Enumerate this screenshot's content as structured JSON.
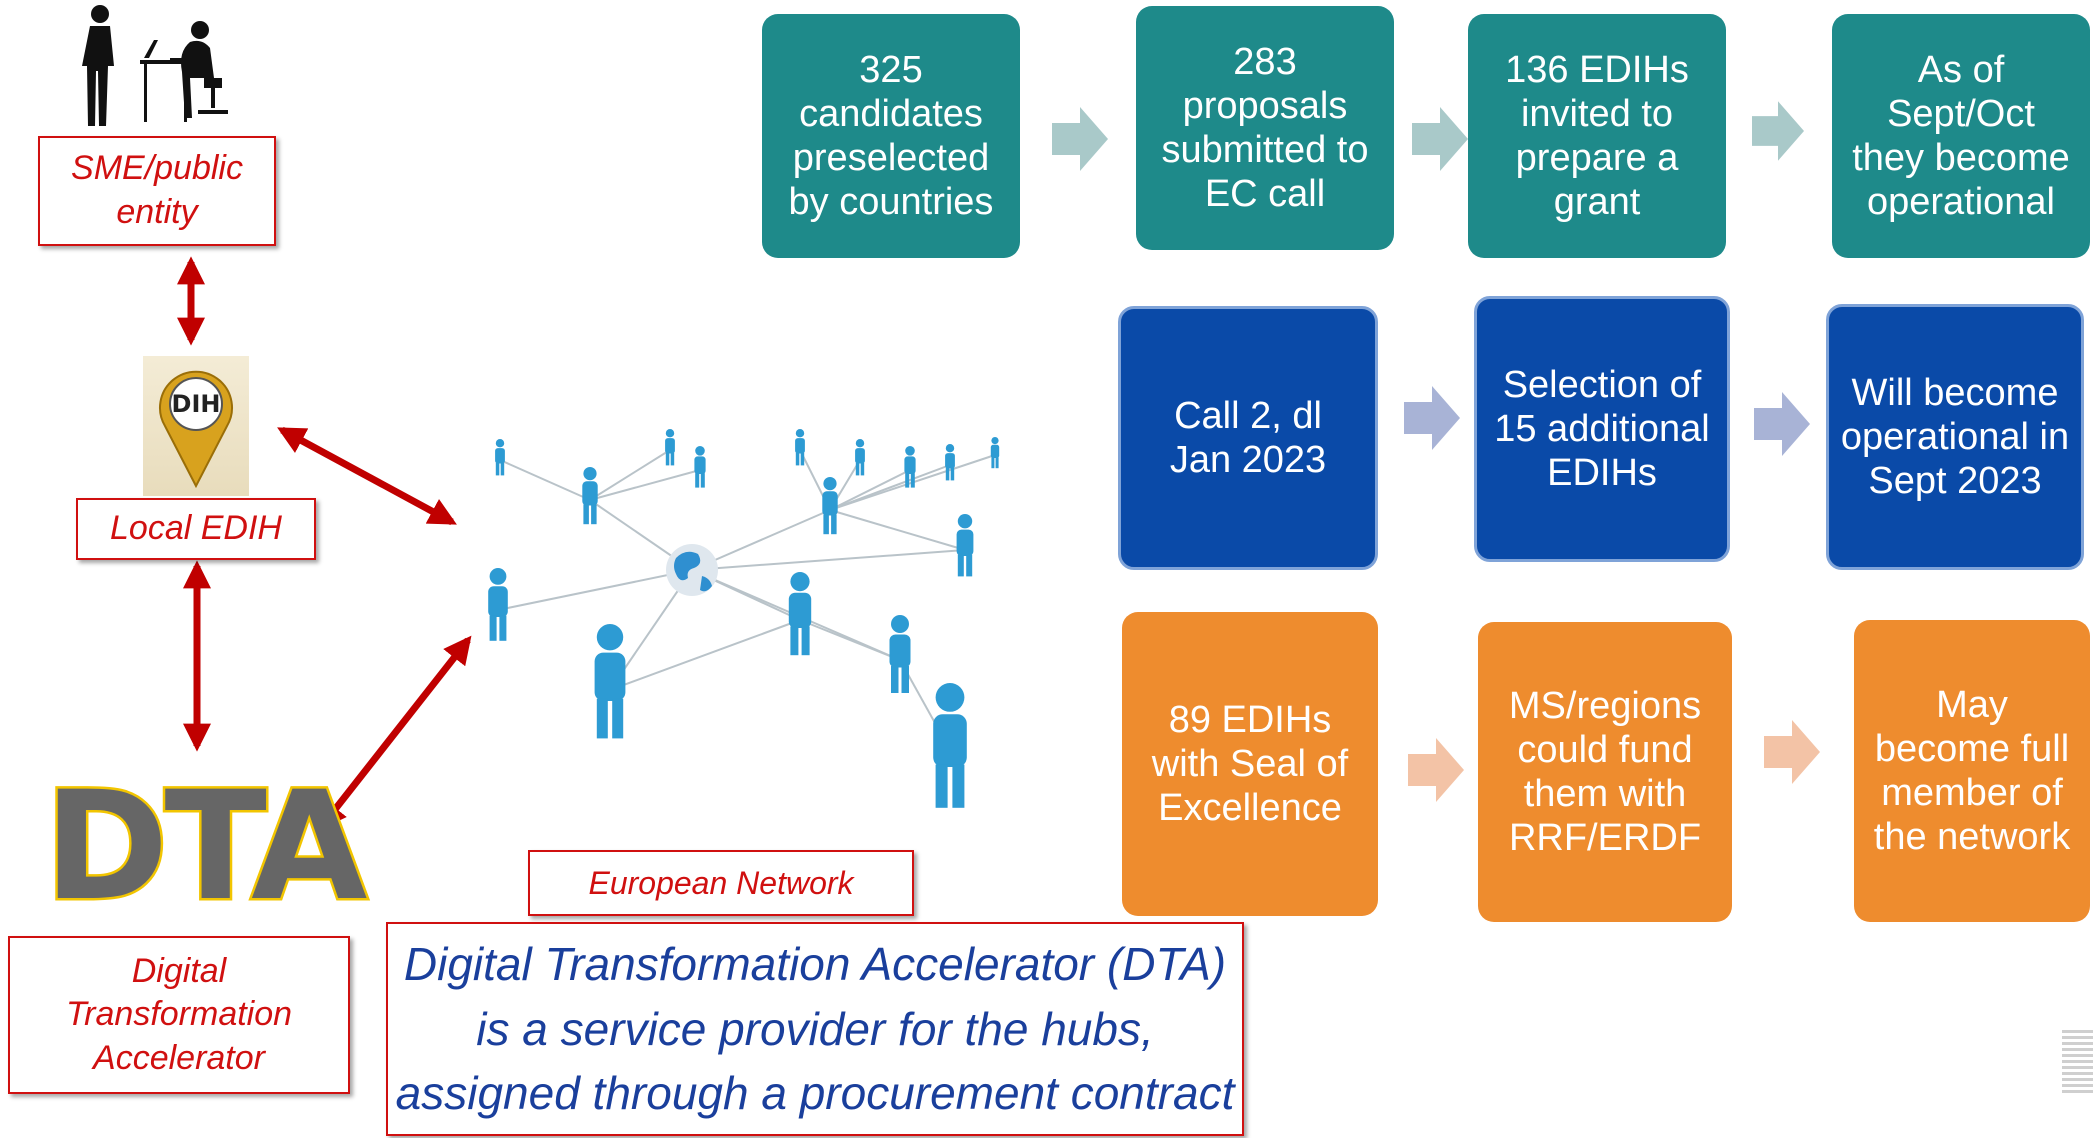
{
  "left": {
    "sme_label": "SME/public entity",
    "local_label": "Local EDIH",
    "dih_badge": "DIH",
    "dta_logo": "DTA",
    "dta_label": "Digital Transformation Accelerator"
  },
  "network": {
    "label": "European Network",
    "description_lines": [
      "Digital Transformation Accelerator (DTA)",
      "is a service provider for the hubs,",
      "assigned through a procurement contract"
    ]
  },
  "rows": [
    {
      "color": "#1e8a8a",
      "arrow_color": "#a9c9c9",
      "steps": [
        "325 candidates preselected by countries",
        "283 proposals submitted to EC call",
        "136 EDIHs invited to prepare a grant",
        "As of Sept/Oct they become operational"
      ]
    },
    {
      "color": "#0a4aa8",
      "arrow_color": "#a8b3d6",
      "steps": [
        "Call 2, dl Jan 2023",
        "Selection of 15 additional EDIHs",
        "Will become operational in Sept 2023"
      ]
    },
    {
      "color": "#ee8c2e",
      "arrow_color": "#f3c3a6",
      "steps": [
        "89 EDIHs with Seal of Excellence",
        "MS/regions could fund them with RRF/ERDF",
        "May become full member of the network"
      ]
    }
  ],
  "colors": {
    "arrow_red": "#c00000",
    "label_red": "#d01010",
    "quote_blue": "#1a3f9c",
    "dta_gold": "#f2c500"
  },
  "icons": [
    "people-silhouettes-icon",
    "map-pin-icon",
    "people-network-illustration",
    "globe-icon",
    "chevron-right-icon"
  ]
}
